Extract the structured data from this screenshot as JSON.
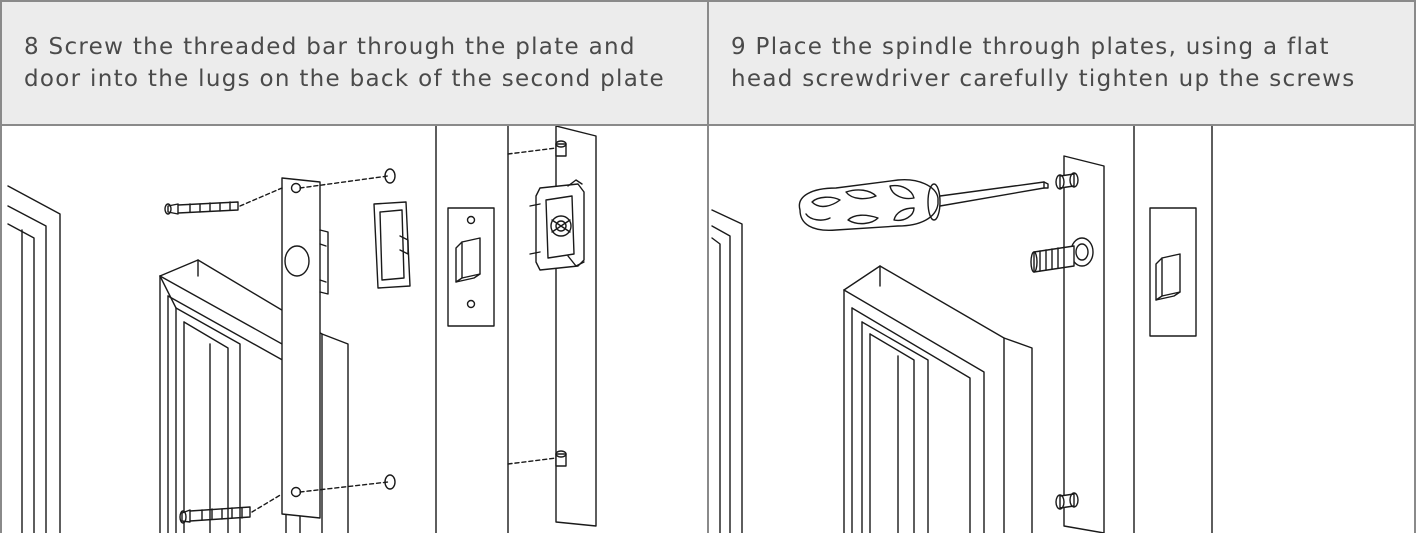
{
  "steps": [
    {
      "text_line1": "8 Screw the threaded bar through the plate and",
      "text_line2": "door into the lugs on the back of the second plate"
    },
    {
      "text_line1": "9 Place the spindle through plates, using a flat",
      "text_line2": "head screwdriver carefully tighten up the screws"
    }
  ],
  "colors": {
    "border": "#8a8a8a",
    "header_bg": "#ececec",
    "text": "#4a4a4a",
    "line_art": "#1a1a1a"
  },
  "icons": [
    "screw-icon",
    "screwdriver-icon",
    "door-frame-icon",
    "back-plate-icon",
    "strike-plate-icon",
    "lug-icon",
    "spindle-icon"
  ]
}
